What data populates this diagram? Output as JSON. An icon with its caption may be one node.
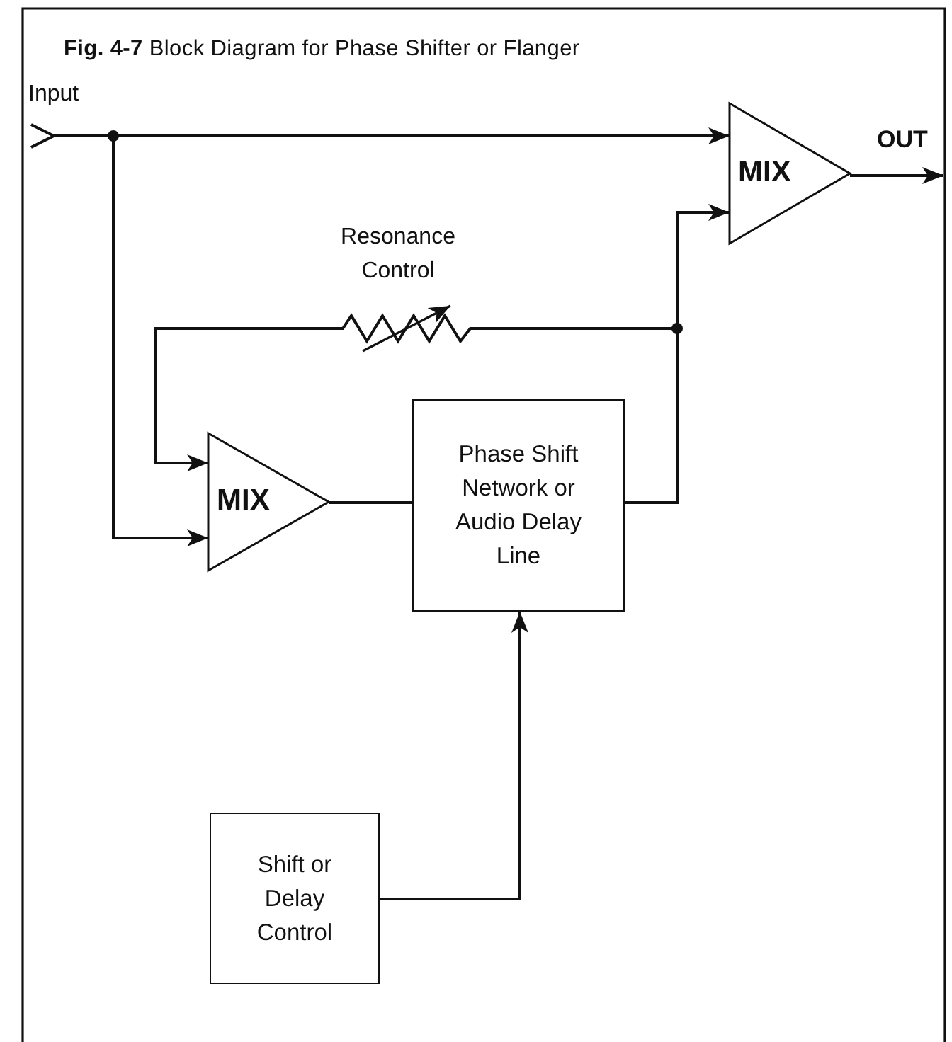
{
  "diagram": {
    "title": "**Fig. 4-7** Block Diagram for Phase Shifter or Flanger",
    "nodes": [
      {
        "text": [
          "Input"
        ]
      },
      {
        "text": [
          "MIX"
        ]
      },
      {
        "text": [
          "Resonance Control"
        ]
      },
      {
        "text": [
          "MIX"
        ]
      },
      {
        "text": [
          "Phase Shift Network or Audio Delay Line"
        ]
      },
      {
        "text": [
          "Shift or Delay Control"
        ]
      }
    ],
    "edges": [
      {
        "from": 0,
        "to": 1,
        "arrow": "to"
      },
      {
        "from": 0,
        "to": 3,
        "arrow": "to"
      },
      {
        "from": 1,
        "to": null,
        "arrow": "to",
        "label": "OUT"
      },
      {
        "from": 3,
        "to": 4,
        "arrow": "none"
      },
      {
        "from": 4,
        "to": 1,
        "arrow": "to"
      },
      {
        "from": 4,
        "to": 2,
        "arrow": "none"
      },
      {
        "from": 2,
        "to": 3,
        "arrow": "to"
      },
      {
        "from": 5,
        "to": 4,
        "arrow": "to"
      }
    ]
  }
}
